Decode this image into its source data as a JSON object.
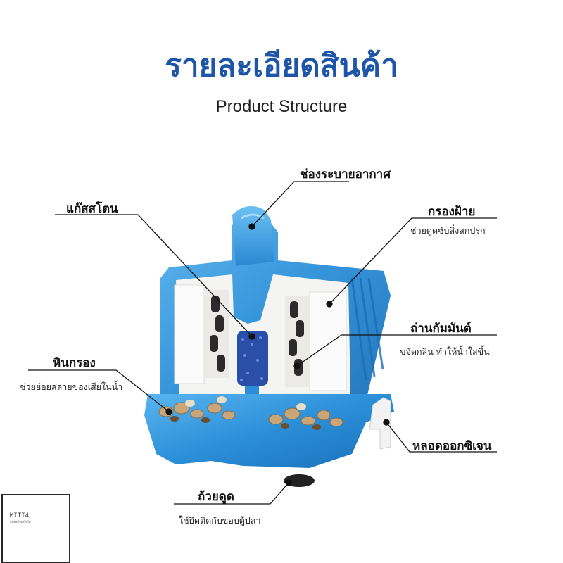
{
  "header": {
    "title": "รายละเอียดสินค้า",
    "subtitle": "Product Structure"
  },
  "labels": {
    "vent": {
      "title": "ช่องระบายอากาศ"
    },
    "airstone": {
      "title": "แก๊สสโตน"
    },
    "sponge": {
      "title": "กรองฝ้าย",
      "desc": "ช่วยดูดซับสิ่งสกปรก"
    },
    "carbon": {
      "title": "ถ่านกัมมันต์",
      "desc": "ขจัดกลิ่น ทำให้น้ำใสขึ้น"
    },
    "stones": {
      "title": "หินกรอง",
      "desc": "ช่วยย่อยสลายของเสียในน้ำ"
    },
    "oxygen_tube": {
      "title": "หลอดออกซิเจน"
    },
    "suction": {
      "title": "ถ้วยดูด",
      "desc": "ใช้ยึดติดกับขอบตู้ปลา"
    }
  },
  "logo": {
    "text": "MITI4",
    "small": "ลิขสิทธิ์ของโฟโต้"
  },
  "colors": {
    "title": "#1d56a8",
    "filter_body": "#2b8fd8",
    "filter_dark": "#1a6fb8",
    "airstone": "#2a4fa8"
  }
}
